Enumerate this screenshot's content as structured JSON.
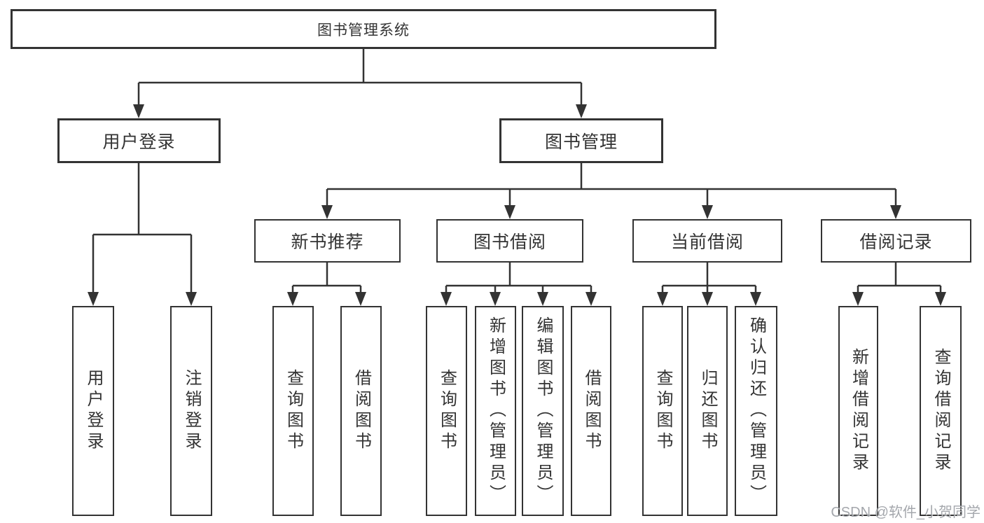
{
  "diagram": {
    "root": {
      "label": "图书管理系统",
      "children": [
        {
          "label": "用户登录",
          "children": [
            {
              "label": "用户登录"
            },
            {
              "label": "注销登录"
            }
          ]
        },
        {
          "label": "图书管理",
          "children": [
            {
              "label": "新书推荐",
              "children": [
                {
                  "label": "查询图书"
                },
                {
                  "label": "借阅图书"
                }
              ]
            },
            {
              "label": "图书借阅",
              "children": [
                {
                  "label": "查询图书"
                },
                {
                  "label": "新增图书（管理员）"
                },
                {
                  "label": "编辑图书（管理员）"
                },
                {
                  "label": "借阅图书"
                }
              ]
            },
            {
              "label": "当前借阅",
              "children": [
                {
                  "label": "查询图书"
                },
                {
                  "label": "归还图书"
                },
                {
                  "label": "确认归还（管理员）"
                }
              ]
            },
            {
              "label": "借阅记录",
              "children": [
                {
                  "label": "新增借阅记录"
                },
                {
                  "label": "查询借阅记录"
                }
              ]
            }
          ]
        }
      ]
    }
  },
  "watermark": {
    "text": "CSDN @软件_小贺同学"
  },
  "colors": {
    "line": "#333333",
    "text": "#333333",
    "background": "#ffffff"
  }
}
